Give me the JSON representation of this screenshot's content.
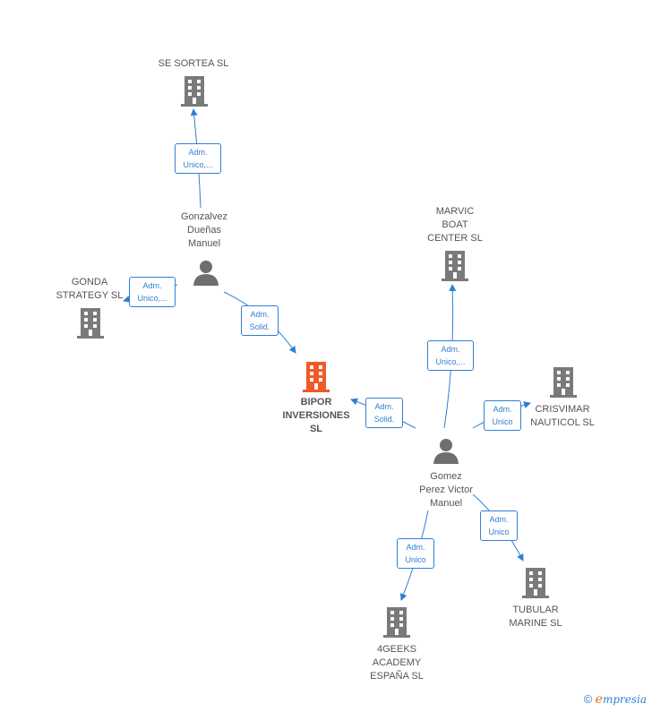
{
  "nodes": {
    "se_sortea": {
      "label": "SE SORTEA  SL"
    },
    "gonzalvez": {
      "label": "Gonzalvez\nDueñas\nManuel"
    },
    "gonda": {
      "label": "GONDA\nSTRATEGY  SL"
    },
    "bipor": {
      "label": "BIPOR\nINVERSIONES\nSL"
    },
    "marvic": {
      "label": "MARVIC\nBOAT\nCENTER  SL"
    },
    "crisvimar": {
      "label": "CRISVIMAR\nNAUTICOL  SL"
    },
    "gomez": {
      "label": "Gomez\nPerez Victor\nManuel"
    },
    "tubular": {
      "label": "TUBULAR\nMARINE  SL"
    },
    "fourgeeks": {
      "label": "4GEEKS\nACADEMY\nESPAÑA  SL"
    }
  },
  "edges": {
    "e1": {
      "label": "Adm.\nUnico,..."
    },
    "e2": {
      "label": "Adm.\nUnico,..."
    },
    "e3": {
      "label": "Adm.\nSolid."
    },
    "e4": {
      "label": "Adm.\nSolid."
    },
    "e5": {
      "label": "Adm.\nUnico,..."
    },
    "e6": {
      "label": "Adm.\nUnico"
    },
    "e7": {
      "label": "Adm.\nUnico"
    },
    "e8": {
      "label": "Adm.\nUnico"
    }
  },
  "colors": {
    "edge": "#2f7fd4",
    "building": "#7a7a7a",
    "building_main": "#f05a28",
    "person": "#6e6e6e"
  },
  "footer": {
    "copyright": "©",
    "brand_initial": "e",
    "brand_rest": "mpresia"
  }
}
